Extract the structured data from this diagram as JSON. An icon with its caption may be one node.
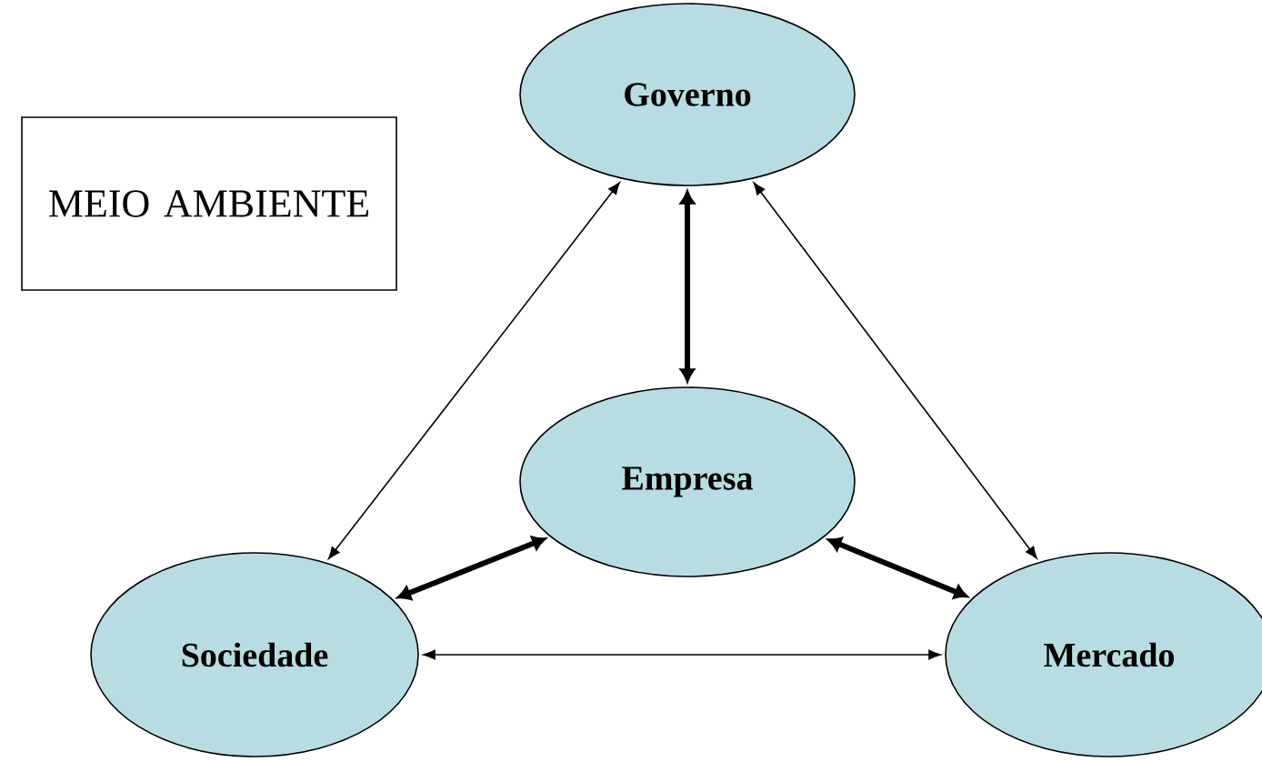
{
  "diagram": {
    "nodes": [
      {
        "text": [
          "MEIO AMBIENTE"
        ]
      },
      {
        "text": [
          "Governo"
        ]
      },
      {
        "text": [
          "Empresa"
        ]
      },
      {
        "text": [
          "Sociedade"
        ]
      },
      {
        "text": [
          "Mercado"
        ]
      }
    ],
    "edges": [
      {
        "from": 1,
        "to": 3,
        "arrow": "both"
      },
      {
        "from": 1,
        "to": 4,
        "arrow": "both"
      },
      {
        "from": 1,
        "to": 2,
        "arrow": "both",
        "style": "thick"
      },
      {
        "from": 2,
        "to": 3,
        "arrow": "both",
        "style": "thick"
      },
      {
        "from": 2,
        "to": 4,
        "arrow": "both",
        "style": "thick"
      },
      {
        "from": 3,
        "to": 4,
        "arrow": "both"
      }
    ]
  }
}
